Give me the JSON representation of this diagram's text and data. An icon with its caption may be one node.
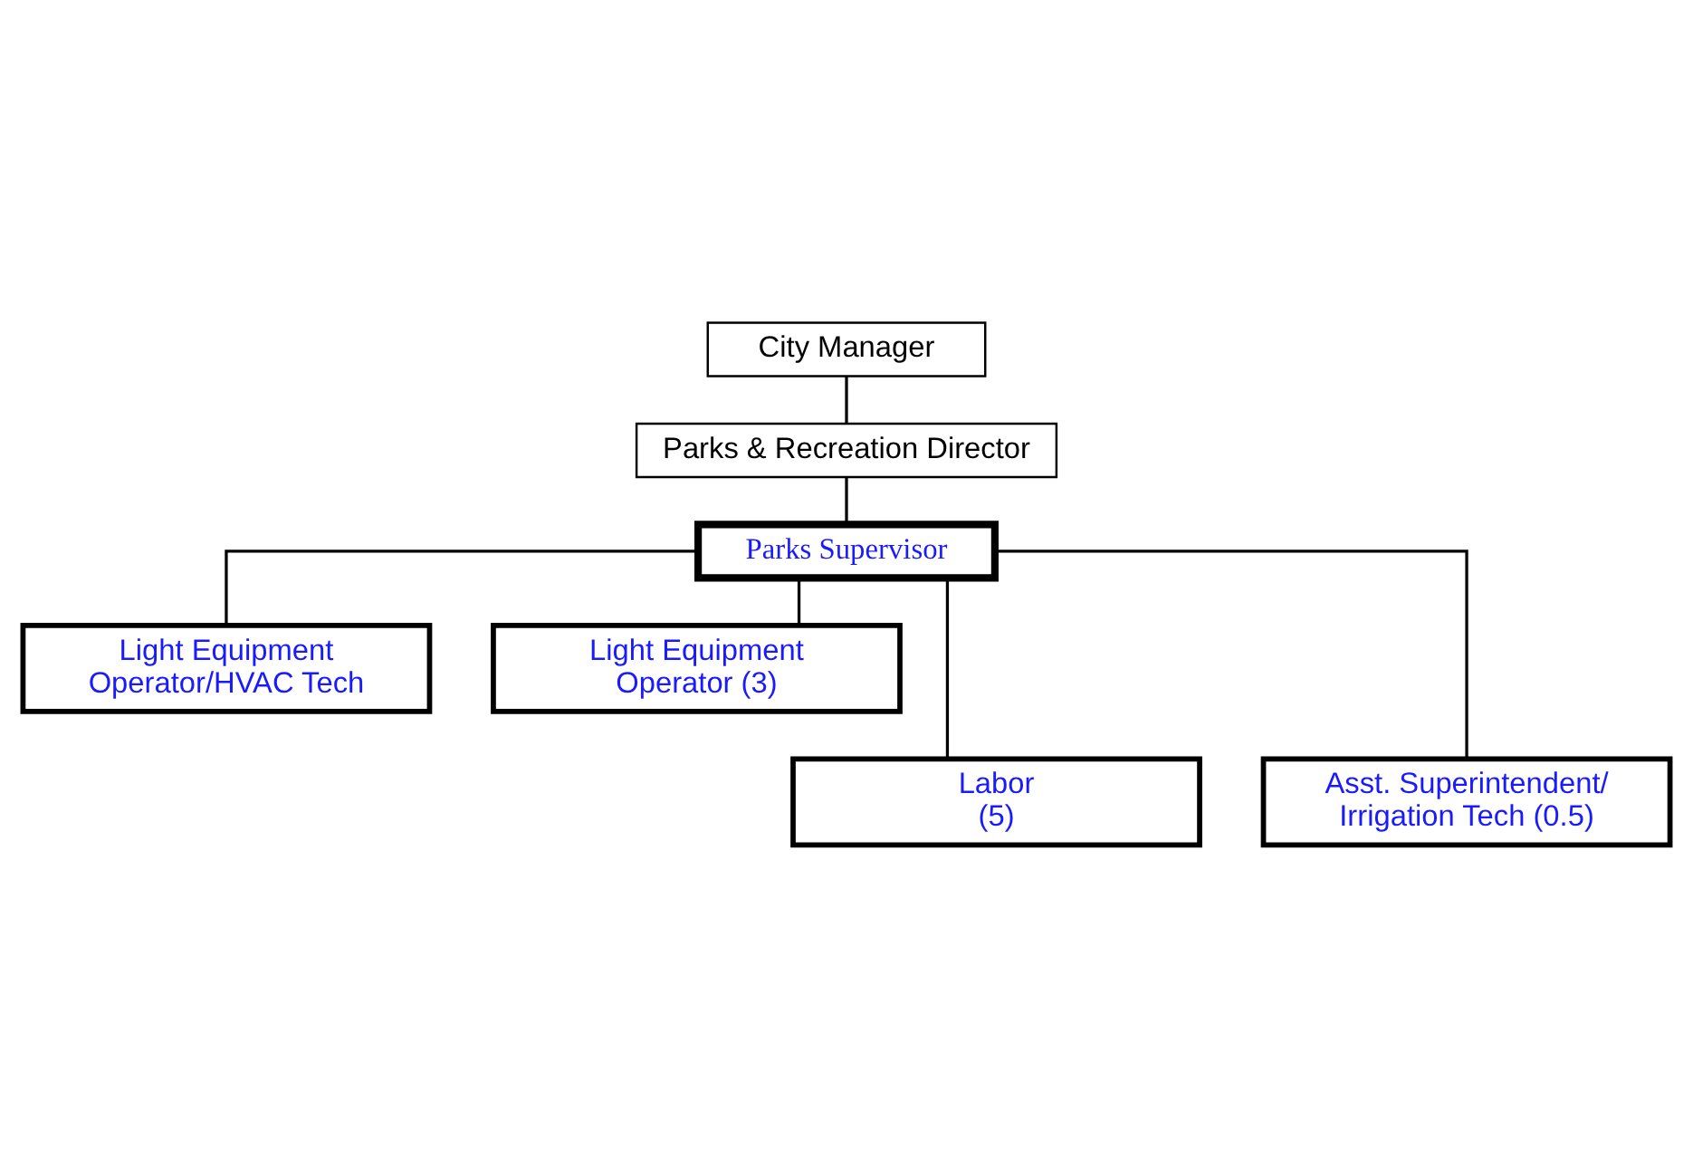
{
  "diagram": {
    "nodes": [
      {
        "text": [
          "City Manager"
        ]
      },
      {
        "text": [
          "Parks & Recreation Director"
        ]
      },
      {
        "text": [
          "Parks Supervisor"
        ]
      },
      {
        "text": [
          "Light Equipment Operator/HVAC Tech"
        ]
      },
      {
        "text": [
          "Light Equipment Operator (3)"
        ]
      },
      {
        "text": [
          "Labor (5)"
        ]
      },
      {
        "text": [
          "Asst. Superintendent/ Irrigation Tech (0.5)"
        ]
      }
    ],
    "edges": [
      {
        "from": 0,
        "to": 1,
        "arrow": "none"
      },
      {
        "from": 1,
        "to": 2,
        "arrow": "none"
      },
      {
        "from": 2,
        "to": 3,
        "arrow": "none"
      },
      {
        "from": 2,
        "to": 4,
        "arrow": "none"
      },
      {
        "from": 2,
        "to": 5,
        "arrow": "none"
      },
      {
        "from": 2,
        "to": 6,
        "arrow": "none"
      }
    ]
  }
}
